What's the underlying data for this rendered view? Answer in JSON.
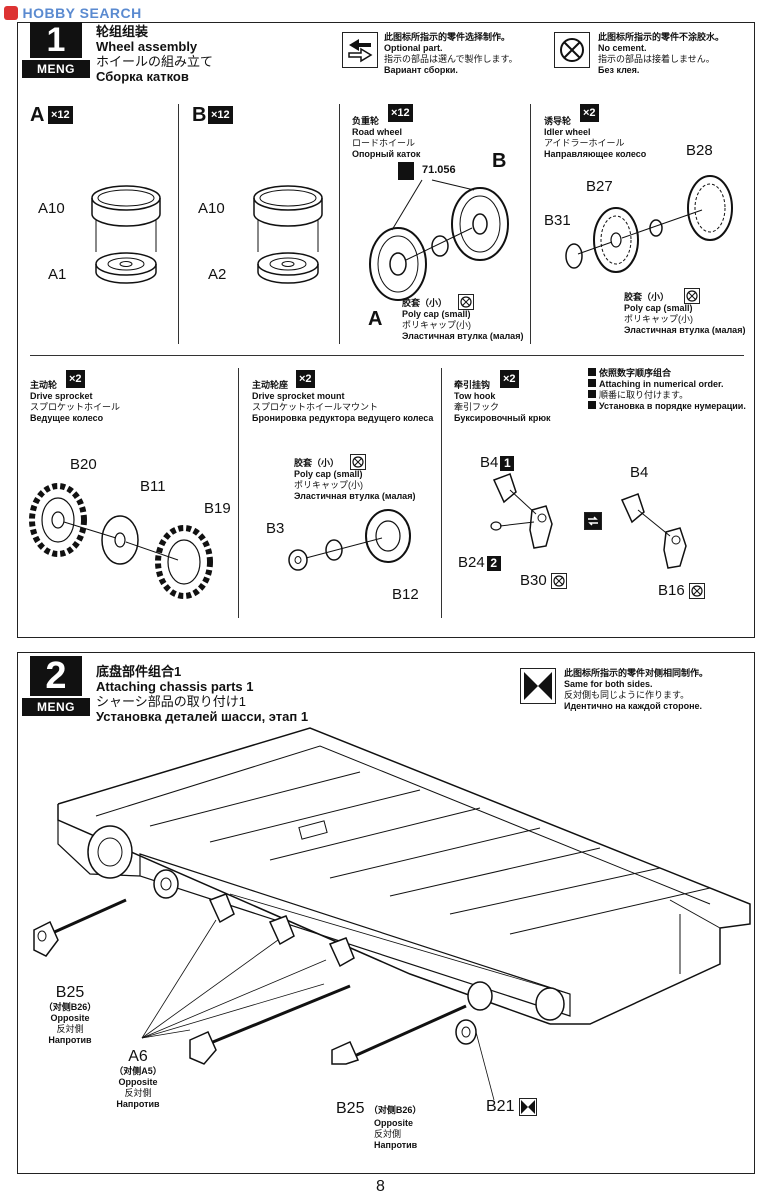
{
  "watermark": "HOBBY SEARCH",
  "page_number": "8",
  "step1": {
    "number": "1",
    "logo": "MENG",
    "title_zh": "轮组组装",
    "title_en": "Wheel assembly",
    "title_jp": "ホイールの組み立て",
    "title_ru": "Сборка катков",
    "optional_note": {
      "zh": "此图标所指示的零件选择制作。",
      "en": "Optional part.",
      "jp": "指示の部品は選んで製作します。",
      "ru": "Вариант сборки."
    },
    "nocement_note": {
      "zh": "此图标所指示的零件不涂胶水。",
      "en": "No cement.",
      "jp": "指示の部品は接着しません。",
      "ru": "Без клея."
    },
    "sub_a": {
      "letter": "A",
      "qty": "×12",
      "parts": [
        "A10",
        "A1"
      ]
    },
    "sub_b": {
      "letter": "B",
      "qty": "×12",
      "parts": [
        "A10",
        "A2"
      ]
    },
    "road_wheel": {
      "zh": "负重轮",
      "qty": "×12",
      "en": "Road wheel",
      "jp": "ロードホイール",
      "ru": "Опорный каток",
      "paint_code": "71.056",
      "label_b": "B",
      "label_a": "A",
      "polycap_zh": "胶套（小）",
      "polycap_en": "Poly cap (small)",
      "polycap_jp": "ポリキャップ(小)",
      "polycap_ru": "Эластичная втулка (малая)"
    },
    "idler_wheel": {
      "zh": "诱导轮",
      "qty": "×2",
      "en": "Idler wheel",
      "jp": "アイドラーホイール",
      "ru": "Направляющее колесо",
      "parts": [
        "B28",
        "B27",
        "B31"
      ],
      "polycap_zh": "胶套（小）",
      "polycap_en": "Poly cap (small)",
      "polycap_jp": "ポリキャップ(小)",
      "polycap_ru": "Эластичная втулка (малая)"
    },
    "drive_sprocket": {
      "zh": "主动轮",
      "qty": "×2",
      "en": "Drive sprocket",
      "jp": "スプロケットホイール",
      "ru": "Ведущее колесо",
      "parts": [
        "B20",
        "B11",
        "B19"
      ]
    },
    "sprocket_mount": {
      "zh": "主动轮座",
      "qty": "×2",
      "en": "Drive sprocket mount",
      "jp": "スプロケットホイールマウント",
      "ru": "Бронировка редуктора ведущего колеса",
      "polycap_zh": "胶套（小）",
      "polycap_en": "Poly cap (small)",
      "polycap_jp": "ポリキャップ(小)",
      "polycap_ru": "Эластичная втулка (малая)",
      "parts": [
        "B3",
        "B12"
      ]
    },
    "tow_hook": {
      "zh": "牵引挂钩",
      "qty": "×2",
      "en": "Tow hook",
      "jp": "牽引フック",
      "ru": "Буксировочный крюк",
      "parts": [
        "B4",
        "B24",
        "B30",
        "B4",
        "B16"
      ],
      "seq1": "1",
      "seq2": "2"
    },
    "numerical": {
      "zh": "依照数字顺序组合",
      "en": "Attaching in numerical order.",
      "jp": "順番に取り付けます。",
      "ru": "Установка в порядке нумерации."
    }
  },
  "step2": {
    "number": "2",
    "logo": "MENG",
    "title_zh": "底盘部件组合1",
    "title_en": "Attaching chassis parts 1",
    "title_jp": "シャーシ部品の取り付け1",
    "title_ru": "Установка деталей шасси, этап 1",
    "same_note": {
      "zh": "此图标所指示的零件对侧相同制作。",
      "en": "Same for both sides.",
      "jp": "反対側も同じように作ります。",
      "ru": "Идентично на каждой стороне."
    },
    "b25_left": {
      "part": "B25",
      "zh": "（对侧B26）",
      "en": "Opposite",
      "jp": "反対側",
      "ru": "Напротив"
    },
    "a6": {
      "part": "A6",
      "zh": "（对侧A5）",
      "en": "Opposite",
      "jp": "反対側",
      "ru": "Напротив"
    },
    "b25_bottom": {
      "part": "B25",
      "zh": "（对侧B26）",
      "en": "Opposite",
      "jp": "反対側",
      "ru": "Напротив"
    },
    "b21": "B21"
  }
}
